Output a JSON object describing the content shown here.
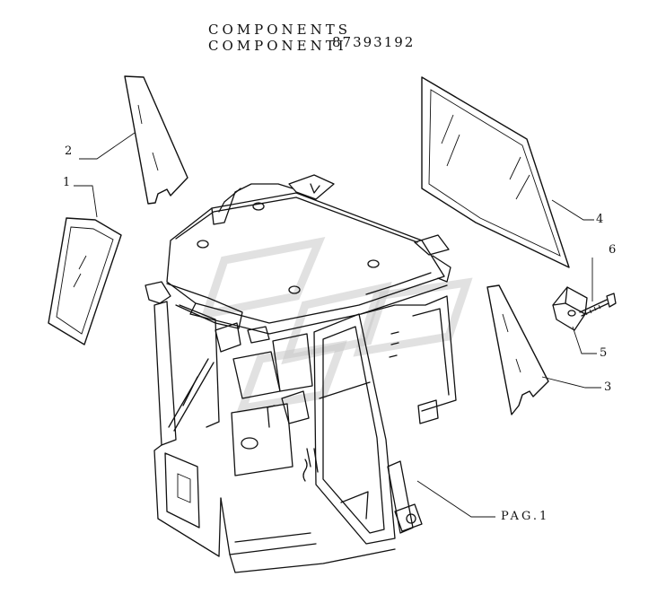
{
  "header": {
    "line1": "COMPONENTS",
    "line2": "COMPONENTI",
    "part_number": "87393192"
  },
  "callouts": [
    {
      "id": "1",
      "label": "1"
    },
    {
      "id": "2",
      "label": "2"
    },
    {
      "id": "3",
      "label": "3"
    },
    {
      "id": "4",
      "label": "4"
    },
    {
      "id": "5",
      "label": "5"
    },
    {
      "id": "6",
      "label": "6"
    },
    {
      "id": "pag",
      "label": "PAG.1"
    }
  ]
}
